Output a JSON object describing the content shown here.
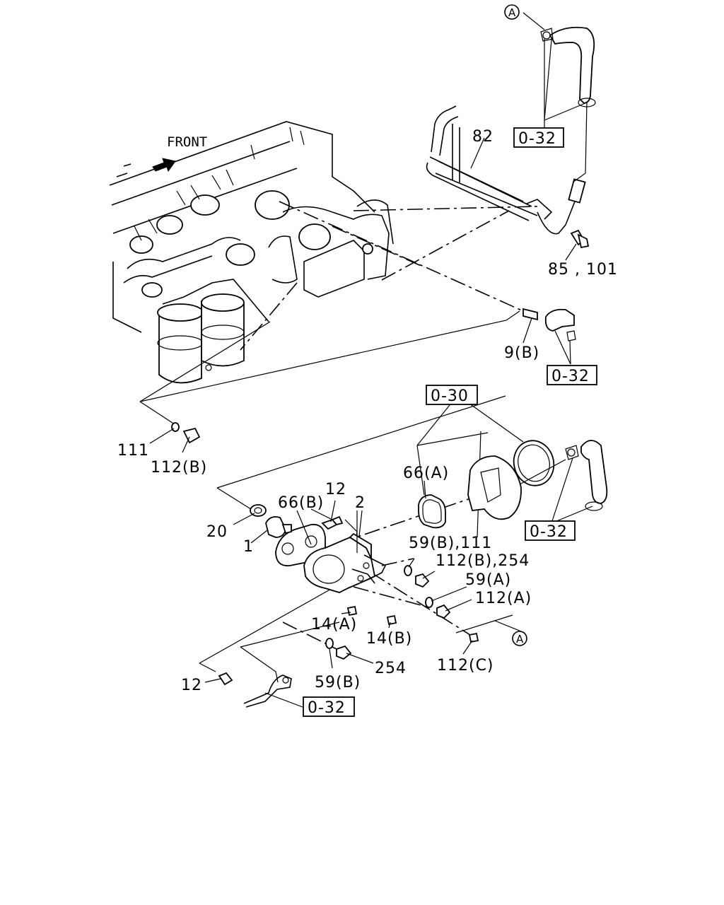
{
  "front_label": "FRONT",
  "circle_marker": "A",
  "references": [
    "0-32",
    "0-32",
    "0-30",
    "0-32",
    "0-32"
  ],
  "labels": {
    "n82": "82",
    "n85_101": "85 , 101",
    "n9b": "9(B)",
    "n111": "111",
    "n112b": "112(B)",
    "n66a": "66(A)",
    "n66b": "66(B)",
    "n12_top": "12",
    "n2": "2",
    "n20": "20",
    "n1": "1",
    "n59b_111": "59(B),111",
    "n112b_254": "112(B),254",
    "n59a": "59(A)",
    "n112a": "112(A)",
    "n14a": "14(A)",
    "n14b": "14(B)",
    "n254": "254",
    "n112c": "112(C)",
    "n59b": "59(B)",
    "n12_bottom": "12"
  }
}
